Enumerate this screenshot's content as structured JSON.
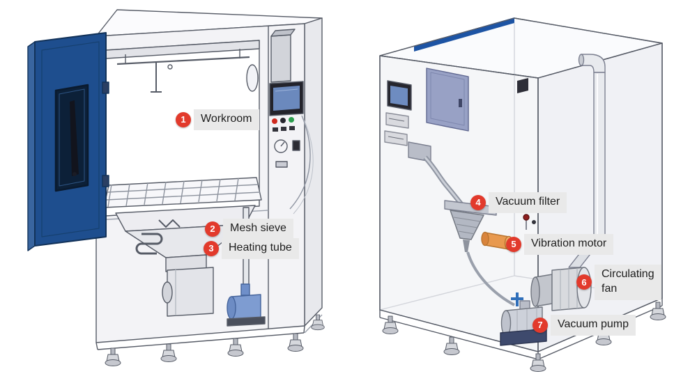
{
  "diagram": {
    "callouts": [
      {
        "num": "1",
        "text": "Workroom"
      },
      {
        "num": "2",
        "text": "Mesh sieve"
      },
      {
        "num": "3",
        "text": "Heating tube"
      },
      {
        "num": "4",
        "text": "Vacuum filter"
      },
      {
        "num": "5",
        "text": "Vibration motor"
      },
      {
        "num": "6",
        "text": "Circulating fan"
      },
      {
        "num": "7",
        "text": "Vacuum pump"
      }
    ],
    "colors": {
      "badge_red": "#e23a2c",
      "label_background": "#e9e9e9",
      "label_text": "#1d1d1d",
      "door_blue": "#1e4e8e",
      "top_strip_blue": "#1d54a4",
      "pump_blue": "#7e9cd1",
      "motor_orange": "#e8994f",
      "outline_gray": "#565b66",
      "background": "#ffffff"
    }
  }
}
